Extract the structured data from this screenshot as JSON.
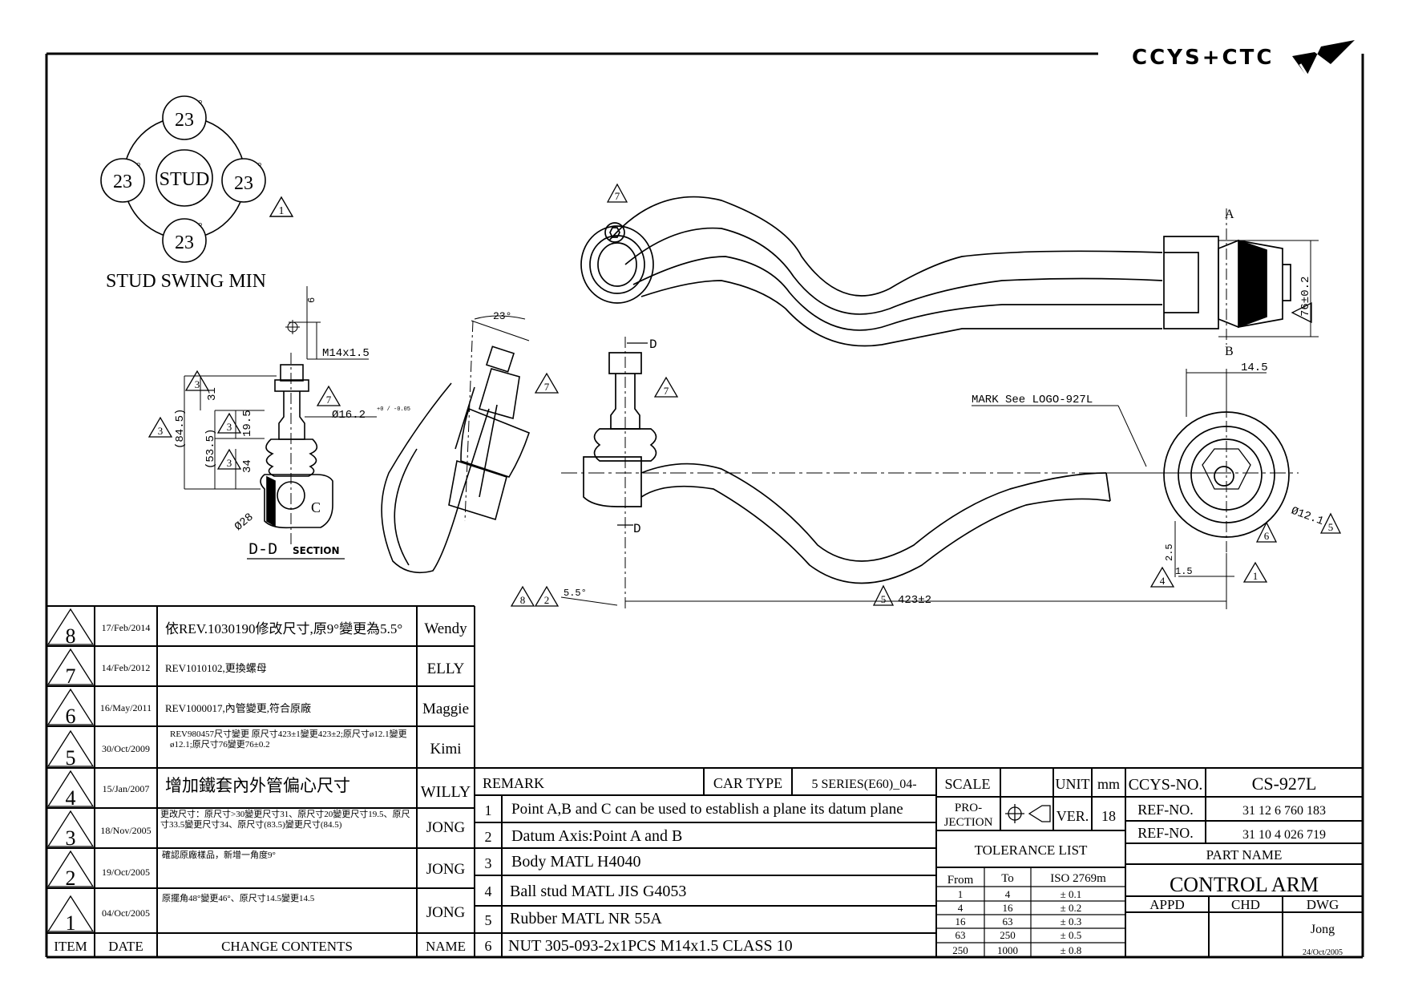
{
  "logo": {
    "text": "CCYS+CTC"
  },
  "stud_swing": {
    "title": "STUD SWING MIN",
    "center": "STUD",
    "values": [
      "23",
      "23",
      "23",
      "23"
    ],
    "degree": "°"
  },
  "section": {
    "title": "D-D",
    "subtitle": "SECTION"
  },
  "markers": {
    "a": "A",
    "b": "B",
    "c": "C",
    "d": "D"
  },
  "dims": {
    "thread": "M14x1.5",
    "shaft_dia": "Ø16.2",
    "shaft_tol": "+0 / -0.05",
    "ball_dia": "Ø28",
    "len_31": "31",
    "len_845": "(84.5)",
    "len_535": "(53.5)",
    "len_195": "19.5",
    "len_34": "34",
    "len_6": "6",
    "angle_23": "23°",
    "bush_76": "76±0.2",
    "len_145": "14.5",
    "mark_logo": "MARK See LOGO-927L",
    "dia_121": "Ø12.1",
    "len_25": "2.5",
    "len_15": "1.5",
    "angle_55": "5.5°",
    "len_423": "423±2"
  },
  "revisions": {
    "headers": {
      "item": "ITEM",
      "date": "DATE",
      "change": "CHANGE CONTENTS",
      "name": "NAME"
    },
    "rows": [
      {
        "item": "8",
        "date": "17/Feb/2014",
        "change": "依REV.1030190修改尺寸,原9°變更為5.5°",
        "name": "Wendy"
      },
      {
        "item": "7",
        "date": "14/Feb/2012",
        "change": "REV1010102,更換螺母",
        "name": "ELLY"
      },
      {
        "item": "6",
        "date": "16/May/2011",
        "change": "REV1000017,內管變更,符合原廠",
        "name": "Maggie"
      },
      {
        "item": "5",
        "date": "30/Oct/2009",
        "change": "REV980457尺寸變更 原尺寸423±1變更423±2;原尺寸ø12.1變更ø12.1;原尺寸76變更76±0.2",
        "name": "Kimi"
      },
      {
        "item": "4",
        "date": "15/Jan/2007",
        "change": "增加鐵套內外管偏心尺寸",
        "name": "WILLY"
      },
      {
        "item": "3",
        "date": "18/Nov/2005",
        "change": "更改尺寸：原尺寸>30變更尺寸31、原尺寸20變更尺寸19.5、原尺寸33.5變更尺寸34、原尺寸(83.5)變更尺寸(84.5)",
        "name": "JONG"
      },
      {
        "item": "2",
        "date": "19/Oct/2005",
        "change": "確認原廠樣品，新增一角度9°",
        "name": "JONG"
      },
      {
        "item": "1",
        "date": "04/Oct/2005",
        "change": "原擺角48°變更46°、原尺寸14.5變更14.5",
        "name": "JONG"
      }
    ]
  },
  "remarks": {
    "header": "REMARK",
    "car_type_label": "CAR TYPE",
    "car_type": "5 SERIES(E60)_04-",
    "rows": [
      {
        "n": "1",
        "text": "Point A,B and C can be used to establish a plane its datum plane"
      },
      {
        "n": "2",
        "text": "Datum Axis:Point A and B"
      },
      {
        "n": "3",
        "text": "Body MATL H4040"
      },
      {
        "n": "4",
        "text": "Ball stud MATL JIS G4053"
      },
      {
        "n": "5",
        "text": "Rubber MATL NR 55A"
      },
      {
        "n": "6",
        "text": "NUT 305-093-2x1PCS M14x1.5 CLASS 10"
      }
    ]
  },
  "title_block": {
    "scale_label": "SCALE",
    "unit_label": "UNIT",
    "unit": "mm",
    "projection_label_1": "PRO-",
    "projection_label_2": "JECTION",
    "ver_label": "VER.",
    "ver": "18",
    "ccys_no_label": "CCYS-NO.",
    "ccys_no": "CS-927L",
    "ref_label": "REF-NO.",
    "ref_1": "31 12 6 760 183",
    "ref_2": "31 10 4 026 719",
    "part_name_label": "PART NAME",
    "part_name": "CONTROL ARM",
    "appd": "APPD",
    "chd": "CHD",
    "dwg": "DWG",
    "dwg_name": "Jong",
    "dwg_date": "24/Oct/2005"
  },
  "tolerance": {
    "title": "TOLERANCE LIST",
    "headers": [
      "From",
      "To",
      "ISO 2769m"
    ],
    "rows": [
      [
        "1",
        "4",
        "± 0.1"
      ],
      [
        "4",
        "16",
        "± 0.2"
      ],
      [
        "16",
        "63",
        "± 0.3"
      ],
      [
        "63",
        "250",
        "± 0.5"
      ],
      [
        "250",
        "1000",
        "± 0.8"
      ]
    ]
  }
}
